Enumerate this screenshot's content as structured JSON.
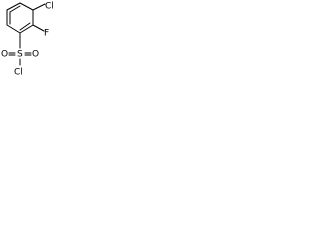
{
  "molecule": {
    "atoms": {
      "chlorine_ring": "Cl",
      "fluorine": "F",
      "sulfonyl_s": "S",
      "oxygen_left": "O",
      "oxygen_right": "O",
      "chlorine_sulfonyl": "Cl"
    },
    "colors": {
      "bonds": "#000000",
      "labels": "#000000",
      "background": "#ffffff"
    }
  }
}
